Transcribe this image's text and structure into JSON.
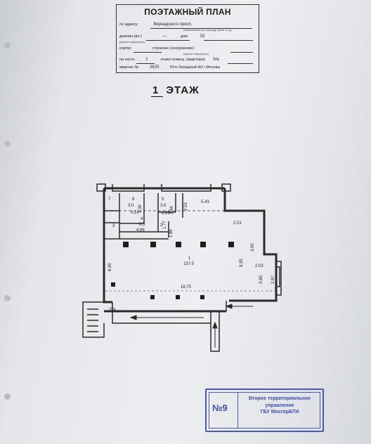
{
  "header": {
    "title": "ПОЭТАЖНЫЙ ПЛАН",
    "address_label": "по адресу:",
    "address_value": "Вернадского просп.",
    "address_hint": "(наименование ул. (проезд), бульв. и т.д.)",
    "house_label": "домовл.(вл.)",
    "house_value": "—",
    "dom_label": "дом",
    "dom_value": "33",
    "house_hint": "(нужное подчеркнуть)",
    "korpus_label": "корпус",
    "stroenie_label": "строение (сооружение)",
    "stroenie_hint": "(нужное подчеркнуть)",
    "part_label": "на часть",
    "part_value": "1",
    "floor_label": "этажа помещ. (квартира)",
    "floor_value": "IVa",
    "quarter_label": "квартал №",
    "quarter_value": "2625",
    "district_value": "Юго-Западный АО г.Москвы"
  },
  "floor_heading": {
    "number": "1",
    "word": "ЭТАЖ"
  },
  "plan": {
    "room_numbers": [
      "7",
      "6",
      "5",
      "4",
      "3",
      "2",
      "1"
    ],
    "areas": [
      "3.0",
      "3.6",
      "8.5",
      "157.5"
    ],
    "dims": [
      "2.39",
      "4.14",
      "2.44",
      "2.29",
      "2.53",
      "5.43",
      "4.86",
      "1.77",
      "1.86",
      "2.51",
      "3.00",
      "6.90",
      "8.95",
      "2.03",
      "3.85",
      "2.87",
      "18.70"
    ],
    "room_label": "IVa"
  },
  "stamp": {
    "number": "№9",
    "line1": "Второе территориальное",
    "line2": "управление",
    "line3": "ГБУ МосгорБТИ",
    "color": "#4a59b8"
  }
}
